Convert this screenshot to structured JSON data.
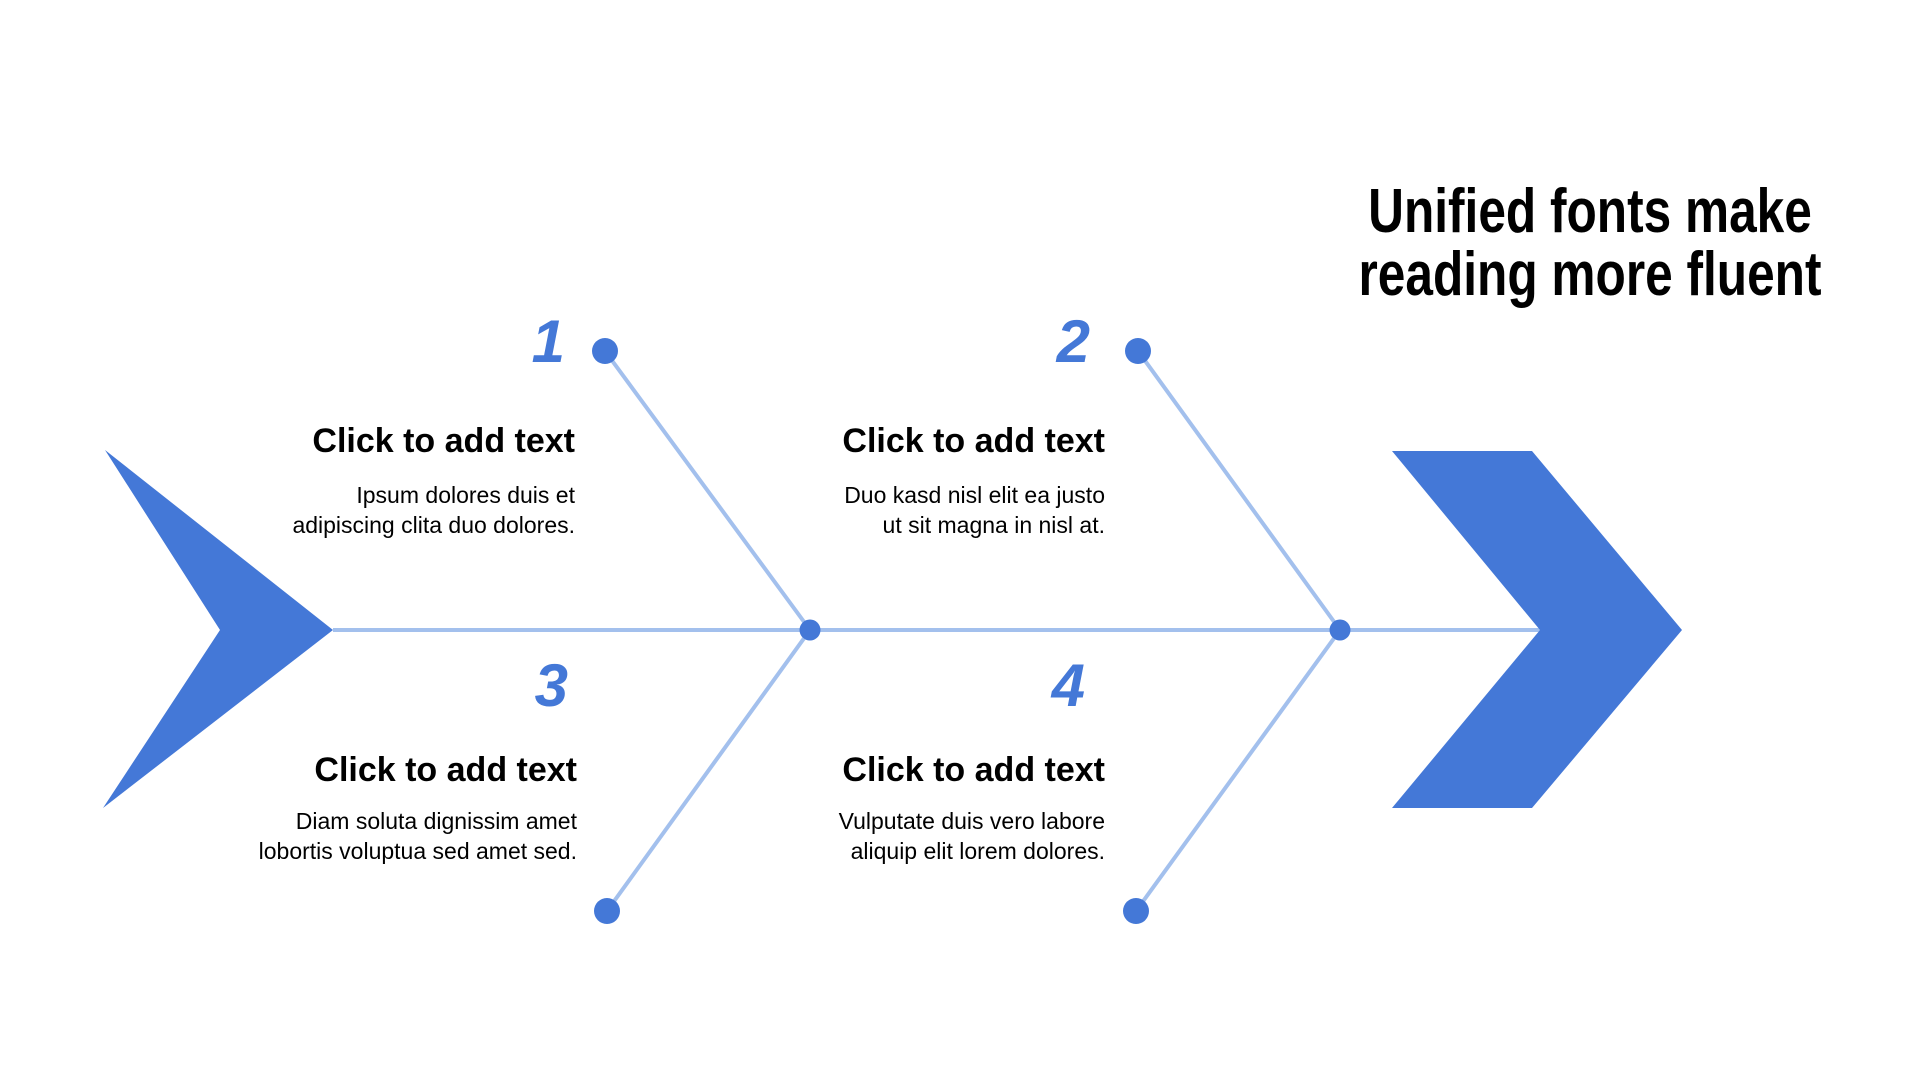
{
  "colors": {
    "accent": "#4478d7",
    "line": "#a3c0ed",
    "text": "#000000",
    "background": "#ffffff"
  },
  "title": {
    "line1": "Unified fonts make",
    "line2": "reading more fluent"
  },
  "sections": [
    {
      "number": "1",
      "heading": "Click to add text",
      "body": [
        "Ipsum dolores duis et",
        "adipiscing clita duo dolores."
      ]
    },
    {
      "number": "2",
      "heading": "Click to add text",
      "body": [
        "Duo kasd nisl elit ea justo",
        "ut sit magna in nisl at."
      ]
    },
    {
      "number": "3",
      "heading": "Click to add text",
      "body": [
        "Diam soluta dignissim amet",
        "lobortis voluptua sed amet sed."
      ]
    },
    {
      "number": "4",
      "heading": "Click to add text",
      "body": [
        "Vulputate duis vero labore",
        "aliquip elit lorem dolores."
      ]
    }
  ],
  "icons": {
    "tail_arrow": "fishbone-tail-arrow-icon",
    "head_arrow": "fishbone-head-arrow-icon",
    "node_dot": "node-dot-icon"
  }
}
